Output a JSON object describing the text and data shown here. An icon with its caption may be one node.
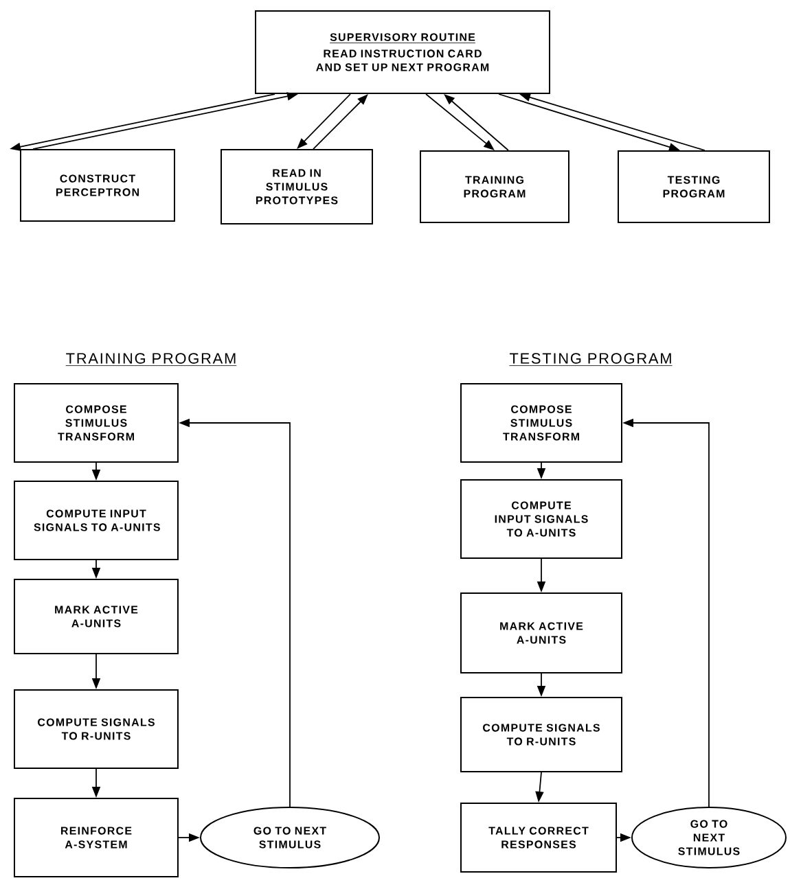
{
  "diagram": {
    "nodes": [
      {
        "text": [
          "SUPERVISORY ROUTINE",
          "READ INSTRUCTION CARD AND SET UP NEXT PROGRAM"
        ]
      },
      {
        "text": [
          "CONSTRUCT PERCEPTRON"
        ]
      },
      {
        "text": [
          "READ IN STIMULUS PROTOTYPES"
        ]
      },
      {
        "text": [
          "TRAINING PROGRAM"
        ]
      },
      {
        "text": [
          "TESTING PROGRAM"
        ]
      },
      {
        "text": [
          "COMPOSE STIMULUS TRANSFORM"
        ]
      },
      {
        "text": [
          "COMPUTE INPUT SIGNALS TO A-UNITS"
        ]
      },
      {
        "text": [
          "MARK ACTIVE A-UNITS"
        ]
      },
      {
        "text": [
          "COMPUTE SIGNALS TO R-UNITS"
        ]
      },
      {
        "text": [
          "REINFORCE A-SYSTEM"
        ]
      },
      {
        "text": [
          "GO TO NEXT STIMULUS"
        ]
      },
      {
        "text": [
          "COMPOSE STIMULUS TRANSFORM"
        ]
      },
      {
        "text": [
          "COMPUTE INPUT SIGNALS TO A-UNITS"
        ]
      },
      {
        "text": [
          "MARK ACTIVE A-UNITS"
        ]
      },
      {
        "text": [
          "COMPUTE SIGNALS TO R-UNITS"
        ]
      },
      {
        "text": [
          "TALLY CORRECT RESPONSES"
        ]
      },
      {
        "text": [
          "GO TO NEXT STIMULUS"
        ]
      }
    ],
    "edges": [
      {
        "from": 0,
        "to": 1,
        "arrow": "to"
      },
      {
        "from": 1,
        "to": 0,
        "arrow": "to"
      },
      {
        "from": 0,
        "to": 2,
        "arrow": "to"
      },
      {
        "from": 2,
        "to": 0,
        "arrow": "to"
      },
      {
        "from": 0,
        "to": 3,
        "arrow": "to"
      },
      {
        "from": 3,
        "to": 0,
        "arrow": "to"
      },
      {
        "from": 0,
        "to": 4,
        "arrow": "to"
      },
      {
        "from": 4,
        "to": 0,
        "arrow": "to"
      },
      {
        "from": 5,
        "to": 6,
        "arrow": "to"
      },
      {
        "from": 6,
        "to": 7,
        "arrow": "to"
      },
      {
        "from": 7,
        "to": 8,
        "arrow": "to"
      },
      {
        "from": 8,
        "to": 9,
        "arrow": "to"
      },
      {
        "from": 9,
        "to": 10,
        "arrow": "to"
      },
      {
        "from": 10,
        "to": 5,
        "arrow": "to"
      },
      {
        "from": 11,
        "to": 12,
        "arrow": "to"
      },
      {
        "from": 12,
        "to": 13,
        "arrow": "to"
      },
      {
        "from": 13,
        "to": 14,
        "arrow": "to"
      },
      {
        "from": 14,
        "to": 15,
        "arrow": "to"
      },
      {
        "from": 15,
        "to": 16,
        "arrow": "to"
      },
      {
        "from": 16,
        "to": 11,
        "arrow": "to"
      }
    ],
    "labels": [
      "TRAINING PROGRAM",
      "TESTING PROGRAM"
    ]
  }
}
